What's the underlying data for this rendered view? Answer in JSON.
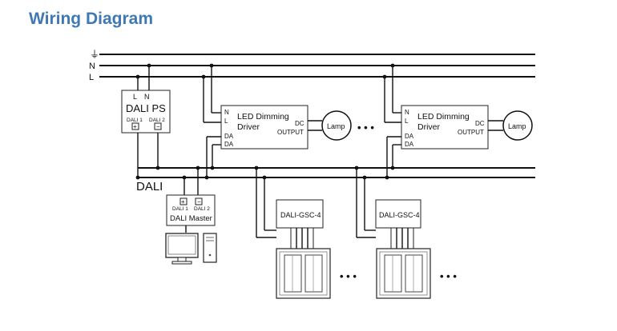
{
  "title": "Wiring Diagram",
  "bus_labels": {
    "earth": "⏚",
    "n": "N",
    "l": "L",
    "dali": "DALI"
  },
  "dali_ps": {
    "l": "L",
    "n": "N",
    "name": "DALI PS",
    "term1": "DALI 1",
    "term2": "DALI 2",
    "plus": "+",
    "minus": "−"
  },
  "dali_master": {
    "plus": "+",
    "minus": "−",
    "term1": "DALI 1",
    "term2": "DALI 2",
    "name": "DALI Master"
  },
  "drivers": [
    {
      "n": "N",
      "l": "L",
      "line1": "LED Dimming",
      "line2": "Driver",
      "da1": "DA",
      "da2": "DA",
      "dc": "DC",
      "output": "OUTPUT",
      "lamp": "Lamp"
    },
    {
      "n": "N",
      "l": "L",
      "line1": "LED Dimming",
      "line2": "Driver",
      "da1": "DA",
      "da2": "DA",
      "dc": "DC",
      "output": "OUTPUT",
      "lamp": "Lamp"
    }
  ],
  "gsc": [
    "DALI-GSC-4",
    "DALI-GSC-4"
  ],
  "ellipsis": "• • •",
  "colors": {
    "title": "#3f78b4",
    "line": "#111111"
  },
  "icons": [
    "earth-symbol-icon",
    "computer-monitor-icon",
    "computer-tower-icon",
    "wall-switch-panel-icon",
    "lamp-icon"
  ]
}
